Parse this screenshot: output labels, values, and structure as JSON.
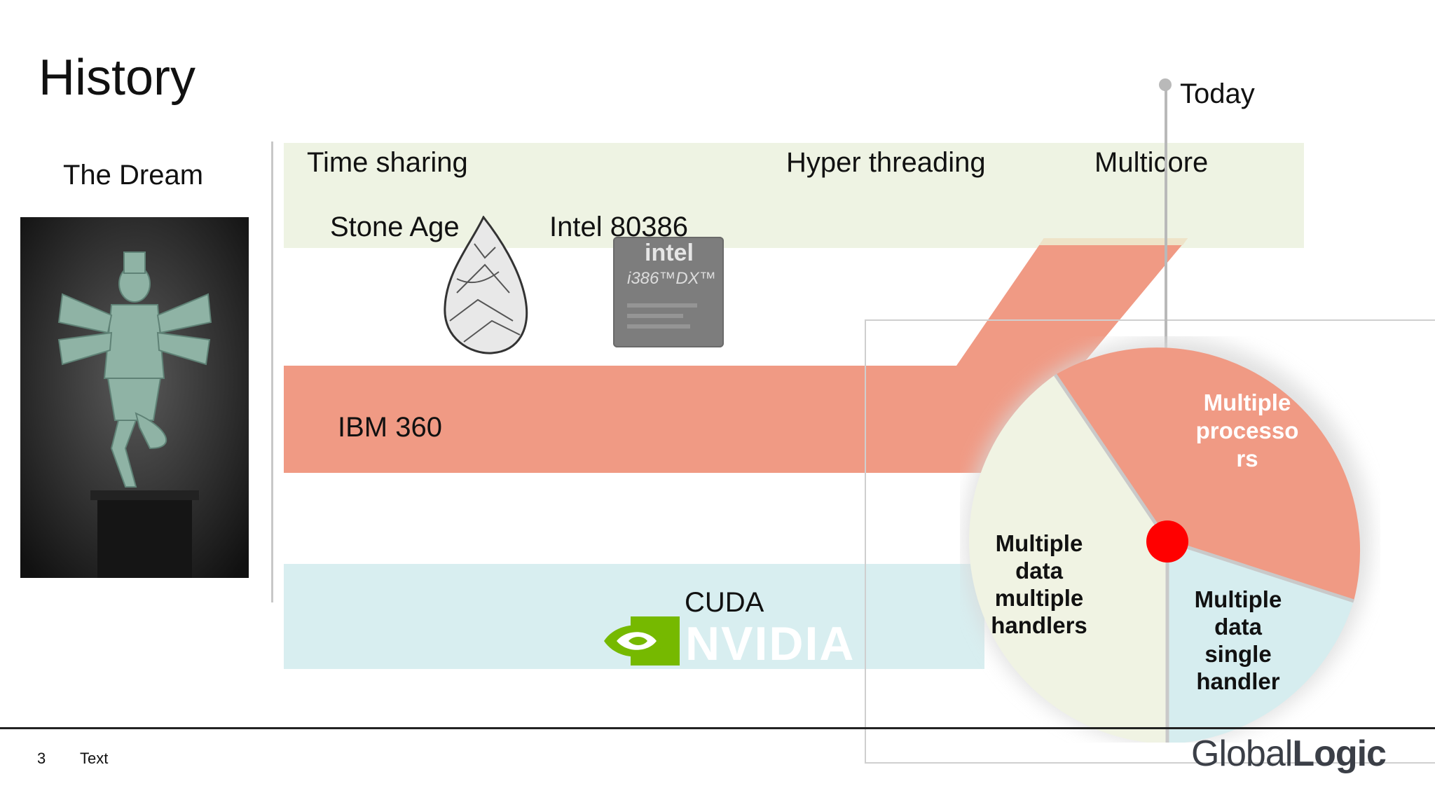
{
  "slide": {
    "title": "History",
    "dream_label": "The Dream",
    "today_label": "Today"
  },
  "bands": {
    "time_sharing": "Time sharing",
    "hyper_threading": "Hyper threading",
    "multicore": "Multicore",
    "stone_age": "Stone Age",
    "intel": "Intel 80386",
    "ibm": "IBM 360",
    "cuda": "CUDA"
  },
  "chip": {
    "brand": "intel",
    "model": "i386™DX™"
  },
  "nvidia_logo": "NVIDIA",
  "pie": {
    "slices": [
      {
        "label": "Multiple processors",
        "lines": [
          "Multiple",
          "processo",
          "rs"
        ],
        "color": "#f09a84"
      },
      {
        "label": "Multiple data single handler",
        "lines": [
          "Multiple",
          "data",
          "single",
          "handler"
        ],
        "color": "#d6edef"
      },
      {
        "label": "Multiple data multiple handlers",
        "lines": [
          "Multiple",
          "data",
          "multiple",
          "handlers"
        ],
        "color": "#f0f3e3"
      }
    ]
  },
  "footer": {
    "page_number": "3",
    "text": "Text"
  },
  "brand_logo": {
    "part1": "Global",
    "part2": "Logic"
  },
  "colors": {
    "salmon": "#f09a84",
    "green_band": "#eef3e3",
    "cyan_band": "#d8eef0",
    "red_dot": "#ff0000"
  }
}
